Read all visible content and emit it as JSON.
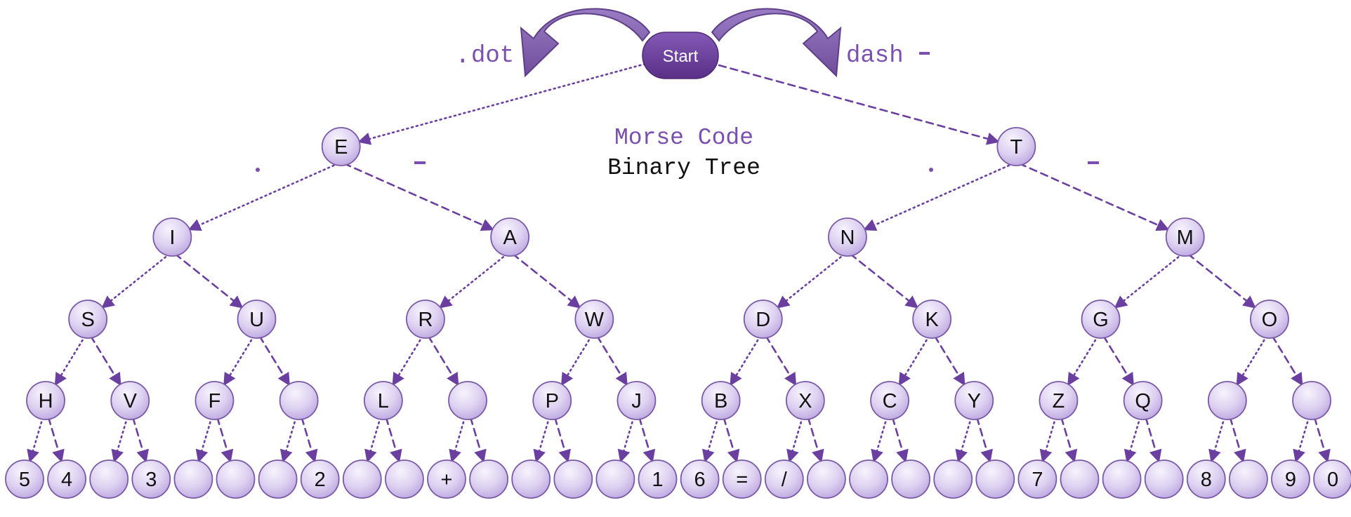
{
  "start": {
    "label": "Start"
  },
  "legend": {
    "dot_symbol": ".",
    "dot_word": "dot",
    "dash_word": "dash",
    "dash_symbol": "-"
  },
  "title": {
    "line1": "Morse Code",
    "line2": "Binary Tree"
  },
  "branch_marks": {
    "dot": ".",
    "dash": "-"
  },
  "tree": {
    "level1": [
      "E",
      "T"
    ],
    "level2": [
      "I",
      "A",
      "N",
      "M"
    ],
    "level3": [
      "S",
      "U",
      "R",
      "W",
      "D",
      "K",
      "G",
      "O"
    ],
    "level4": [
      "H",
      "V",
      "F",
      "",
      "L",
      "",
      "P",
      "J",
      "B",
      "X",
      "C",
      "Y",
      "Z",
      "Q",
      "",
      ""
    ],
    "level5": [
      "5",
      "4",
      "",
      "3",
      "",
      "",
      "",
      "2",
      "",
      "",
      "+",
      "",
      "",
      "",
      "",
      "1",
      "6",
      "=",
      "/",
      "",
      "",
      "",
      "",
      "",
      "7",
      "",
      "",
      "",
      "8",
      "",
      "9",
      "0"
    ]
  },
  "colors": {
    "accent": "#6b3fa0",
    "text_purple": "#7a4fb0",
    "node_fill_top": "#f3eefb",
    "node_fill_bottom": "#c7b4e6",
    "node_stroke": "#7a5aa6",
    "start_fill": "#6d3f9c",
    "arrow_fill": "#8a6bb4"
  }
}
